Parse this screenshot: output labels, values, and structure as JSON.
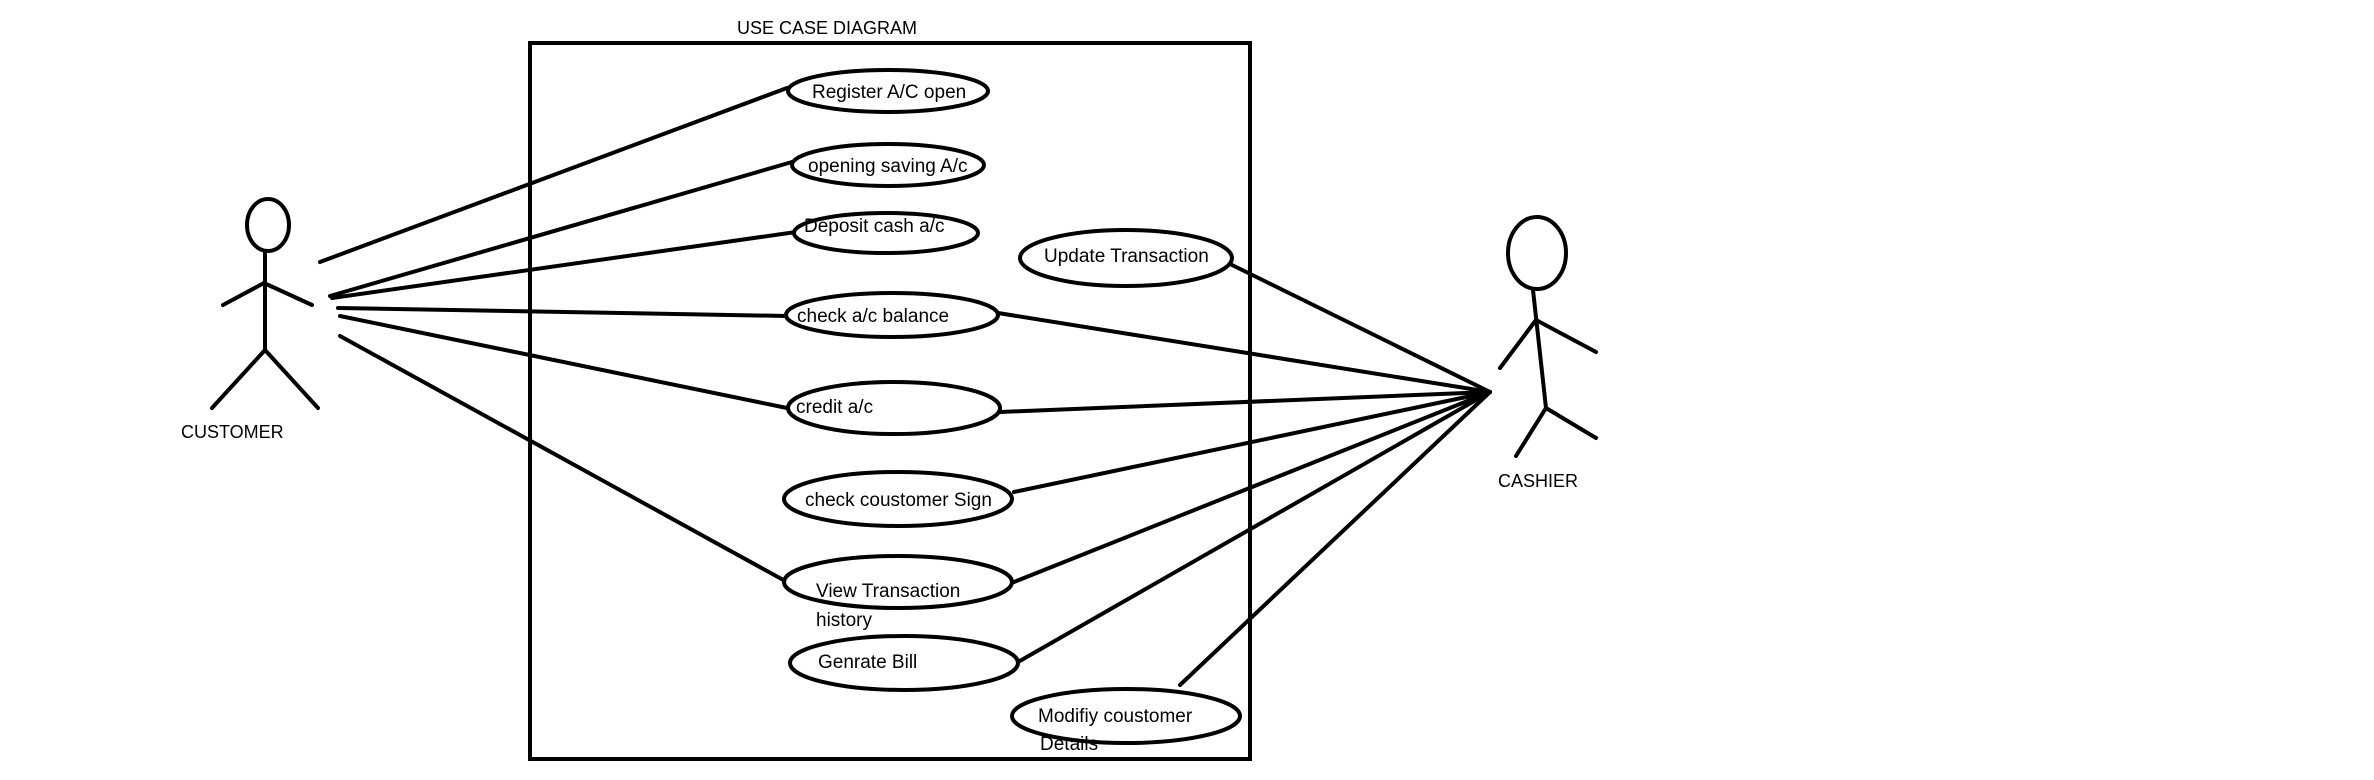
{
  "diagram": {
    "title": "USE CASE DIAGRAM",
    "actors": {
      "customer": "CUSTOMER",
      "cashier": "CASHIER"
    },
    "use_cases": {
      "register": "Register A/C open",
      "opening_saving": "opening saving A/c",
      "deposit": "Deposit cash a/c",
      "update_transaction": "Update Transaction",
      "check_balance": "check a/c balance",
      "credit": "credit a/c",
      "check_sign": "check coustomer Sign",
      "view_history_1": "View Transaction",
      "view_history_2": "history",
      "generate_bill": "Genrate Bill",
      "modify_1": "Modifiy coustomer",
      "modify_2": "Details"
    }
  }
}
